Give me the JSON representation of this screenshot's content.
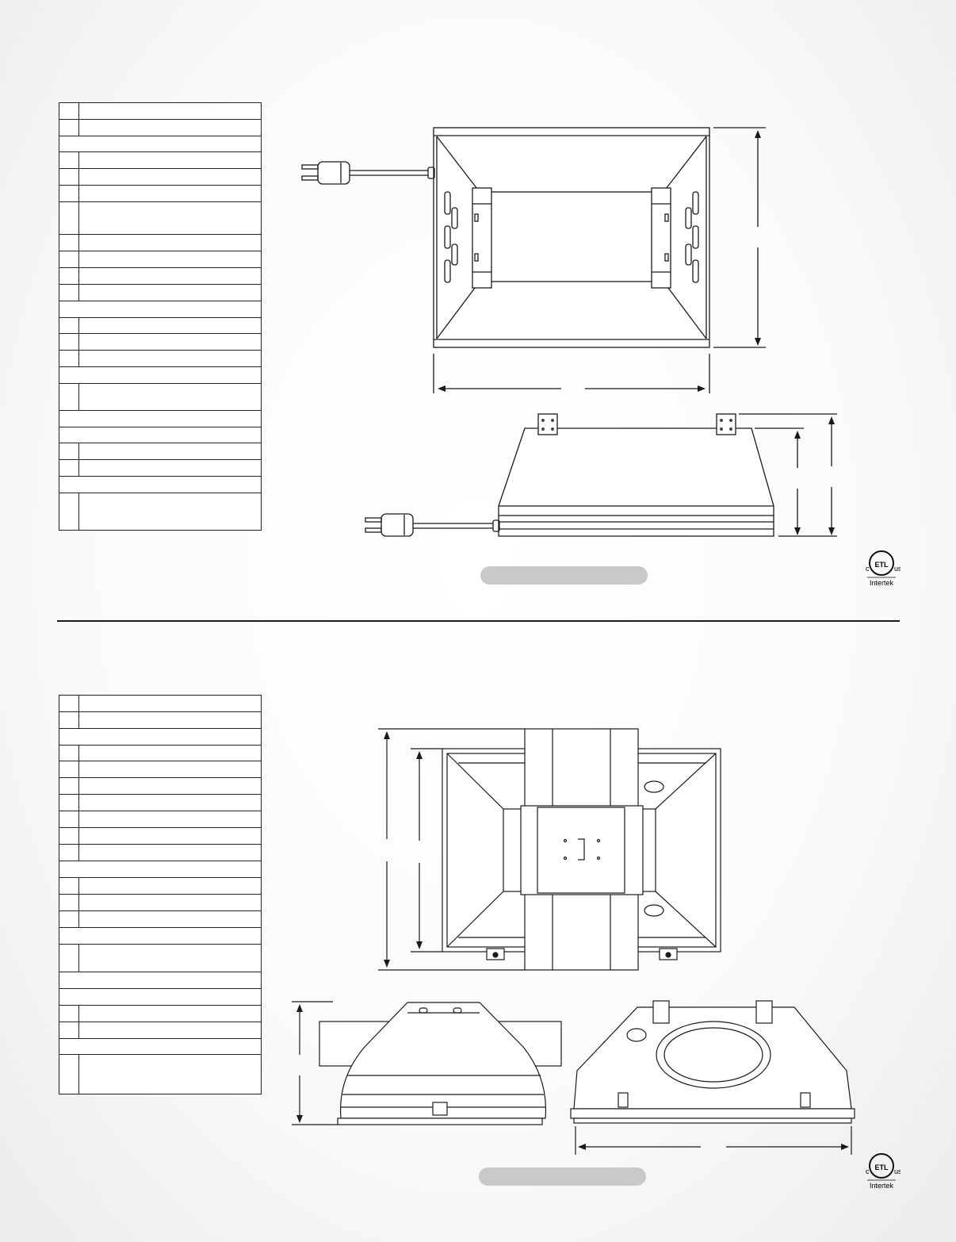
{
  "top_section": {
    "spec_rows": [
      "",
      "",
      "",
      "",
      "",
      "",
      "",
      "",
      "",
      "",
      "",
      "",
      "",
      "",
      "",
      "",
      "",
      "",
      "",
      "",
      "",
      "",
      "",
      ""
    ],
    "caption": ""
  },
  "bottom_section": {
    "spec_rows": [
      "",
      "",
      "",
      "",
      "",
      "",
      "",
      "",
      "",
      "",
      "",
      "",
      "",
      "",
      "",
      "",
      "",
      "",
      "",
      "",
      "",
      "",
      "",
      ""
    ],
    "caption": ""
  },
  "certification": {
    "mark": "ETL",
    "left_letter": "c",
    "right_letter": "us",
    "company": "Intertek"
  }
}
